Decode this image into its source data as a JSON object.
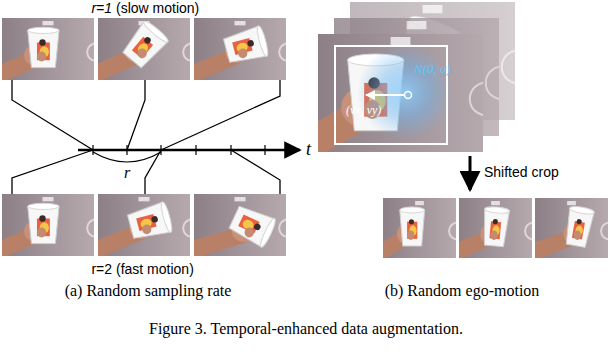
{
  "diagram": {
    "caption": "Figure 3. Temporal-enhanced data augmentation.",
    "labels": [
      "r=1",
      "(slow motion)",
      "r",
      "t",
      "r=2",
      "(fast motion)",
      "N(0, σ)",
      "(vx, vy)",
      "Shifted crop",
      "(a) Random sampling rate",
      "(b) Random ego-motion"
    ]
  }
}
